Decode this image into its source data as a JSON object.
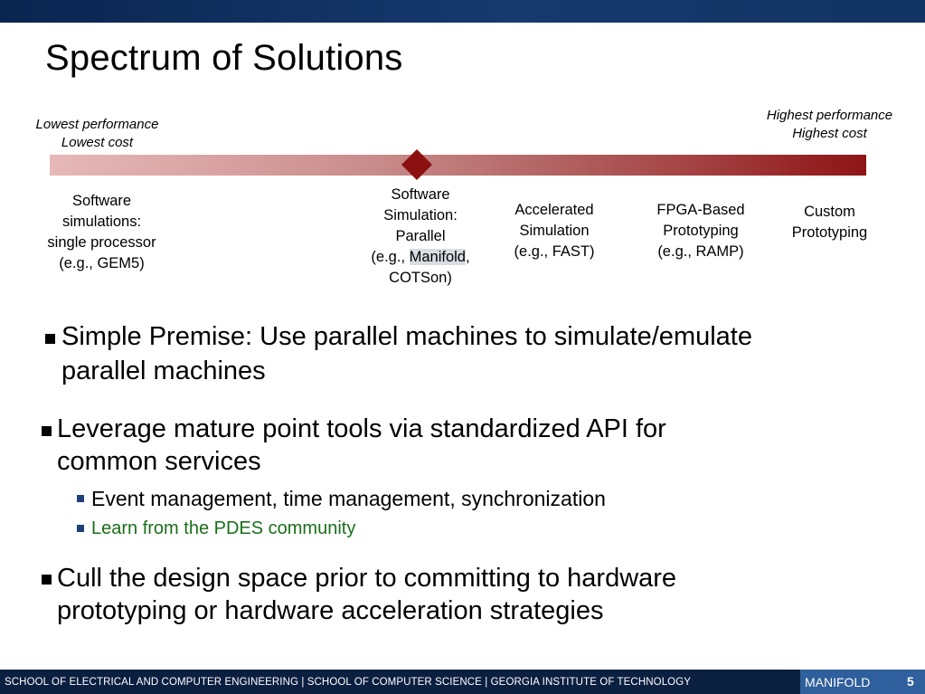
{
  "slide": {
    "title": "Spectrum of Solutions",
    "low_end": {
      "line1": "Lowest performance",
      "line2": "Lowest cost"
    },
    "high_end": {
      "line1": "Highest performance",
      "line2": "Highest cost"
    },
    "spectrum_items": [
      {
        "lines": [
          "Software",
          "simulations:",
          "single processor",
          "(e.g., GEM5)"
        ]
      },
      {
        "lines": [
          "Software",
          "Simulation:",
          "Parallel"
        ],
        "line4_prefix": "(e.g., ",
        "line4_highlight": "Manifold",
        "line4_suffix": ",",
        "line5": "COTSon)"
      },
      {
        "lines": [
          "Accelerated",
          "Simulation",
          "(e.g., FAST)"
        ]
      },
      {
        "lines": [
          "FPGA-Based",
          "Prototyping",
          "(e.g., RAMP)"
        ]
      },
      {
        "lines": [
          "Custom",
          "Prototyping"
        ]
      }
    ],
    "bullets": [
      {
        "line1": "Simple Premise: Use parallel machines to simulate/emulate",
        "line2": "parallel machines"
      },
      {
        "line1": "Leverage mature point tools via standardized API for",
        "line2": "common services"
      },
      {
        "sub": "Event management, time management, synchronization"
      },
      {
        "sub": "Learn from the PDES community"
      },
      {
        "line1": "Cull the design space prior to committing to hardware",
        "line2": "prototyping or hardware acceleration strategies"
      }
    ]
  },
  "footer": {
    "text": "SCHOOL OF ELECTRICAL AND COMPUTER ENGINEERING | SCHOOL OF COMPUTER SCIENCE | GEORGIA INSTITUTE OF TECHNOLOGY",
    "project": "MANIFOLD",
    "page": "5"
  },
  "colors": {
    "header_bar": "#0a2550",
    "spectrum_low": "#e6b8b8",
    "spectrum_high": "#8e1414",
    "marker": "#8c1010",
    "green_text": "#1a6e1a",
    "footer_bar": "#0b1f40",
    "footer_accent": "#2f5f9c"
  }
}
